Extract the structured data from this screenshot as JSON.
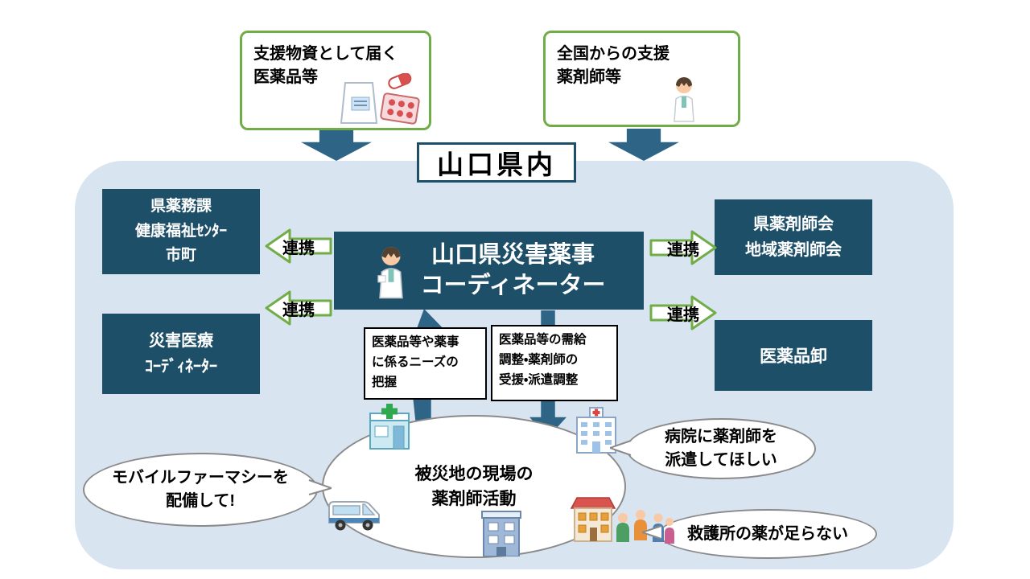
{
  "region_label": "山口県内",
  "top_boxes": {
    "supplies": "支援物資として届く\n医薬品等",
    "pharmacists": "全国からの支援\n薬剤師等"
  },
  "center_box": "山口県災害薬事\nコーディネーター",
  "side_boxes": {
    "pharmacy_division": "県薬務課\n健康福祉ｾﾝﾀｰ\n市町",
    "disaster_medical": "災害医療\nｺｰﾃﾞｨﾈｰﾀｰ",
    "pharmacist_assoc": "県薬剤師会\n地域薬剤師会",
    "wholesaler": "医薬品卸"
  },
  "link_label": "連携",
  "flow_labels": {
    "needs": "医薬品等や薬事\nに係るニーズの\n把握",
    "supply": "医薬品等の需給\n調整・薬剤師の\n受援・派遣調整"
  },
  "cloud_label": "被災地の現場の\n薬剤師活動",
  "bubbles": {
    "mobile_pharmacy": "モバイルファーマシーを\n配備して!",
    "hospital_dispatch": "病院に薬剤師を\n派遣してほしい",
    "shelter_medicine": "救護所の薬が足らない"
  },
  "icons": {
    "supplies": "medicine-supplies-icon",
    "pharmacist": "pharmacist-icon",
    "pharmacy": "pharmacy-building-icon",
    "hospital": "hospital-building-icon",
    "van": "mobile-pharmacy-van-icon",
    "shelter": "shelter-building-icon",
    "townhall": "townhall-building-icon",
    "people": "evacuees-people-icon"
  },
  "colors": {
    "dark_box": "#1e4f68",
    "panel_bg": "#d9e4f1",
    "green_accent": "#70ad47",
    "arrow_blue": "#2e6486"
  }
}
